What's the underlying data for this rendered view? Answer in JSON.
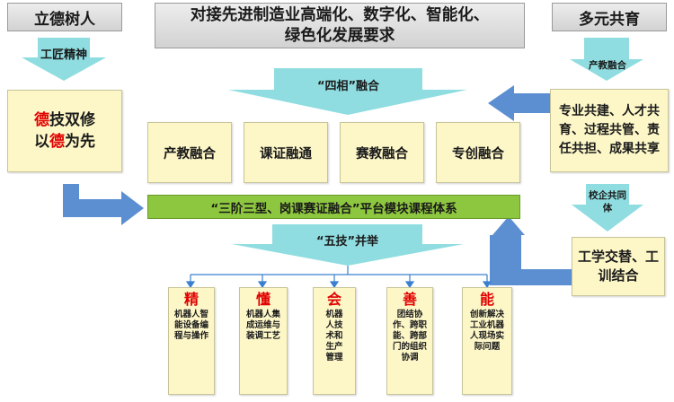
{
  "left_column": {
    "top_label": "立德树人",
    "arrow_label": "工匠精神",
    "motto_line1_parts": [
      "德",
      "技双修"
    ],
    "motto_line2_parts": [
      "以",
      "德",
      "为先"
    ]
  },
  "header": {
    "title_line1": "对接先进制造业高端化、数字化、智能化、",
    "title_line2": "绿色化发展要求"
  },
  "right_column": {
    "top_label": "多元共育",
    "arrow1_label": "产教融合",
    "practice_box": "专业共建、人才共育、过程共管、责任共担、成果共享",
    "arrow2_label": "校企共同体",
    "bottom_box": "工学交替、工训结合"
  },
  "four_integration": {
    "label": "“四相”融合",
    "items": [
      "产教融合",
      "课证融通",
      "赛教融合",
      "专创融合"
    ]
  },
  "platform": {
    "label": "“三阶三型、岗课赛证融合”平台模块课程体系"
  },
  "five_skills": {
    "label": "“五技”并举",
    "items": [
      {
        "head": "精",
        "body": "机器人智能设备编程与操作"
      },
      {
        "head": "懂",
        "body": "机器人集成运维与装调工艺"
      },
      {
        "head": "会",
        "body": "机器人技术和生产管理"
      },
      {
        "head": "善",
        "body": "团结协作、跨职能、跨部门的组织协调"
      },
      {
        "head": "能",
        "body": "创新解决工业机器人现场实际问题"
      }
    ]
  },
  "colors": {
    "teal": "#8fdde0",
    "blue_arrow": "#5b8fd1",
    "green_bar": "#8dc63f",
    "yellow_box": "#fdf7c8",
    "accent_red": "#e10000"
  }
}
